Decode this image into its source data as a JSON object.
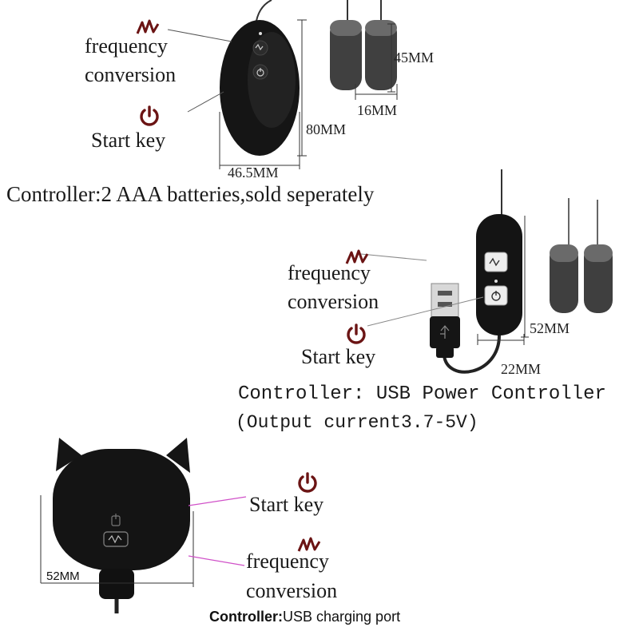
{
  "section1": {
    "freq_line1": "frequency",
    "freq_line2": "conversion",
    "start_key": "Start key",
    "dim_height": "80MM",
    "dim_width": "46.5MM",
    "bullet_length": "45MM",
    "bullet_width": "16MM",
    "caption": "Controller:2 AAA batteries,sold seperately"
  },
  "section2": {
    "freq_line1": "frequency",
    "freq_line2": "conversion",
    "start_key": "Start key",
    "dim_height": "52MM",
    "dim_width": "22MM",
    "caption_line1": "Controller: USB Power Controller",
    "caption_line2": "(Output current3.7-5V)"
  },
  "section3": {
    "start_key": "Start key",
    "freq_line1": "frequency",
    "freq_line2": "conversion",
    "dim_width": "52MM",
    "caption_bold": "Controller:",
    "caption_rest": "USB charging port"
  },
  "icons": {
    "wave": "wave-icon",
    "power": "power-icon"
  },
  "colors": {
    "device": "#141414",
    "icon_red": "#6b1414",
    "pink_line": "#d050c8"
  }
}
